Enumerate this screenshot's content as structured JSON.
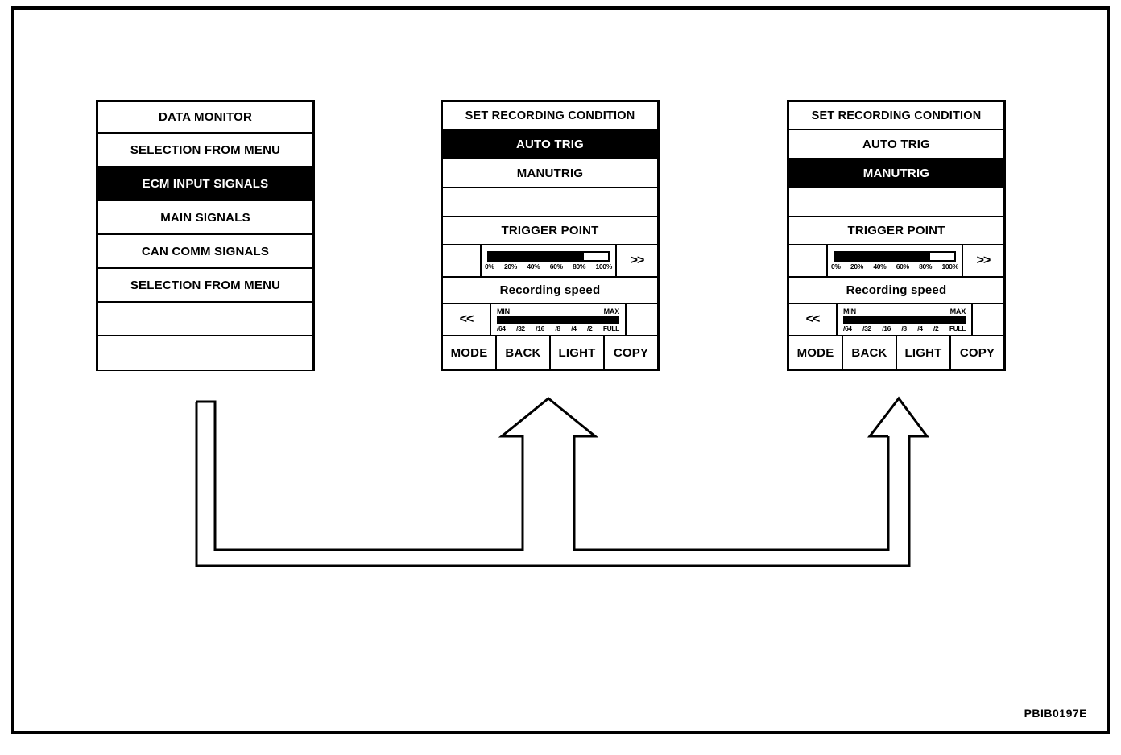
{
  "figure": {
    "id_label": "PBIB0197E"
  },
  "panel_data_monitor": {
    "title": "DATA MONITOR",
    "rows": [
      {
        "label": "DATA MONITOR",
        "selected": false
      },
      {
        "label": "SELECTION FROM MENU",
        "selected": false
      },
      {
        "label": "ECM INPUT SIGNALS",
        "selected": true
      },
      {
        "label": "MAIN SIGNALS",
        "selected": false
      },
      {
        "label": "CAN COMM SIGNALS",
        "selected": false
      },
      {
        "label": "SELECTION FROM MENU",
        "selected": false
      },
      {
        "label": "",
        "selected": false
      },
      {
        "label": "",
        "selected": false
      }
    ]
  },
  "panel_auto_trig": {
    "title": "SET RECORDING CONDITION",
    "option_auto": "AUTO TRIG",
    "option_manu": "MANUTRIG",
    "option_auto_selected": true,
    "option_manu_selected": false,
    "blank_row": "",
    "trigger_point_label": "TRIGGER POINT",
    "trigger_next_label": ">>",
    "trigger_percent": 80,
    "trigger_ticks": [
      "0%",
      "20%",
      "40%",
      "60%",
      "80%",
      "100%"
    ],
    "recording_speed_label": "Recording speed",
    "speed_prev_label": "<<",
    "speed_min_label": "MIN",
    "speed_max_label": "MAX",
    "speed_percent": 100,
    "speed_ticks": [
      "/64",
      "/32",
      "/16",
      "/8",
      "/4",
      "/2",
      "FULL"
    ],
    "buttons": [
      "MODE",
      "BACK",
      "LIGHT",
      "COPY"
    ]
  },
  "panel_manu_trig": {
    "title": "SET RECORDING CONDITION",
    "option_auto": "AUTO TRIG",
    "option_manu": "MANUTRIG",
    "option_auto_selected": false,
    "option_manu_selected": true,
    "blank_row": "",
    "trigger_point_label": "TRIGGER POINT",
    "trigger_next_label": ">>",
    "trigger_percent": 80,
    "trigger_ticks": [
      "0%",
      "20%",
      "40%",
      "60%",
      "80%",
      "100%"
    ],
    "recording_speed_label": "Recording speed",
    "speed_prev_label": "<<",
    "speed_min_label": "MIN",
    "speed_max_label": "MAX",
    "speed_percent": 100,
    "speed_ticks": [
      "/64",
      "/32",
      "/16",
      "/8",
      "/4",
      "/2",
      "FULL"
    ],
    "buttons": [
      "MODE",
      "BACK",
      "LIGHT",
      "COPY"
    ]
  },
  "colors": {
    "ink": "#000000",
    "paper": "#ffffff"
  }
}
